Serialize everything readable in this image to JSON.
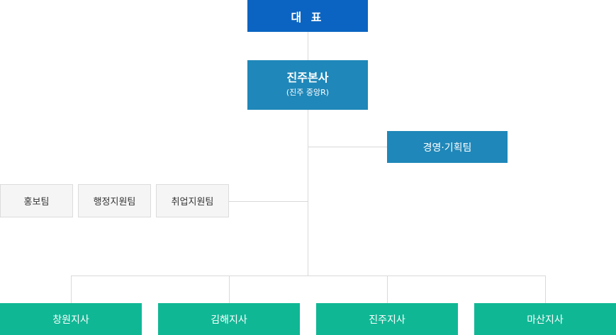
{
  "ceo": {
    "label": "대 표"
  },
  "headquarters": {
    "name": "진주본사",
    "location": "(진주 중앙R)"
  },
  "planning_team": {
    "label": "경영·기획팀"
  },
  "teams": [
    {
      "label": "홍보팀"
    },
    {
      "label": "행정지원팀"
    },
    {
      "label": "취업지원팀"
    }
  ],
  "branches": [
    {
      "label": "창원지사"
    },
    {
      "label": "김해지사"
    },
    {
      "label": "진주지사"
    },
    {
      "label": "마산지사"
    }
  ],
  "colors": {
    "ceo": "#0b64c1",
    "headquarters": "#1f87b9",
    "planning": "#1f87b9",
    "team_bg": "#f5f5f5",
    "branch": "#10b795",
    "connector": "#d9d9d9"
  }
}
